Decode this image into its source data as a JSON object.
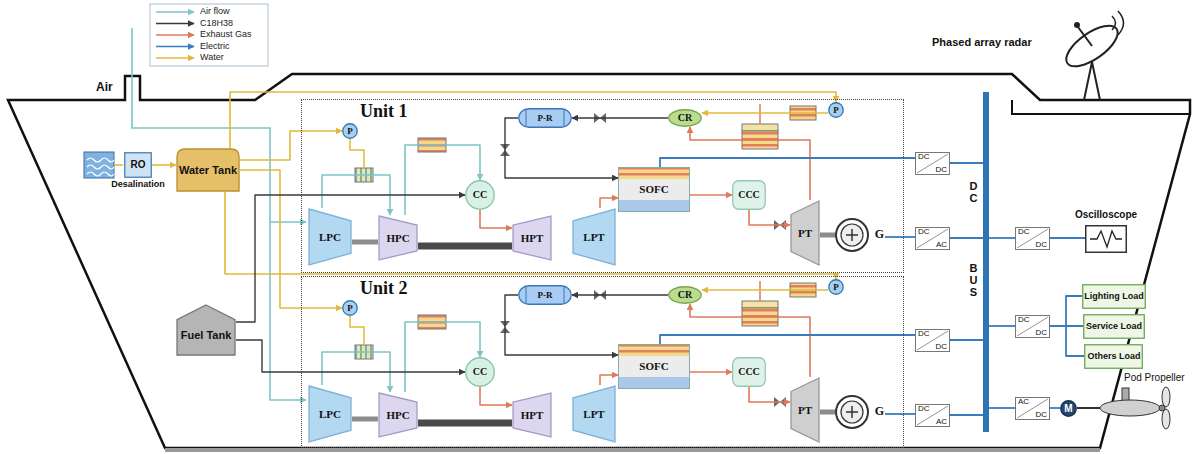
{
  "diagram": {
    "nodes": [
      {
        "text": [
          "Unit 1"
        ]
      },
      {
        "text": [
          "P"
        ],
        "in": 0
      },
      {
        "text": [
          "P-R"
        ],
        "in": 0
      },
      {
        "text": [
          "CR"
        ],
        "in": 0
      },
      {
        "text": [
          "P"
        ],
        "in": 0
      },
      {
        "text": [
          "CC"
        ],
        "in": 0
      },
      {
        "text": [
          "SOFC"
        ],
        "in": 0
      },
      {
        "text": [
          "CCC"
        ],
        "in": 0
      },
      {
        "text": [
          "LPC"
        ],
        "in": 0
      },
      {
        "text": [
          "HPC"
        ],
        "in": 0
      },
      {
        "text": [
          "HPT"
        ],
        "in": 0
      },
      {
        "text": [
          "LPT"
        ],
        "in": 0
      },
      {
        "text": [
          "PT"
        ],
        "in": 0
      },
      {
        "text": [
          "G"
        ],
        "in": 0
      },
      {
        "text": [
          "Unit 2"
        ]
      },
      {
        "text": [
          "P"
        ],
        "in": 14
      },
      {
        "text": [
          "P-R"
        ],
        "in": 14
      },
      {
        "text": [
          "CR"
        ],
        "in": 14
      },
      {
        "text": [
          "P"
        ],
        "in": 14
      },
      {
        "text": [
          "CC"
        ],
        "in": 14
      },
      {
        "text": [
          "SOFC"
        ],
        "in": 14
      },
      {
        "text": [
          "CCC"
        ],
        "in": 14
      },
      {
        "text": [
          "LPC"
        ],
        "in": 14
      },
      {
        "text": [
          "HPC"
        ],
        "in": 14
      },
      {
        "text": [
          "HPT"
        ],
        "in": 14
      },
      {
        "text": [
          "LPT"
        ],
        "in": 14
      },
      {
        "text": [
          "PT"
        ],
        "in": 14
      },
      {
        "text": [
          "G"
        ],
        "in": 14
      },
      {
        "text": [
          "RO",
          "Desalination"
        ]
      },
      {
        "text": [
          "Water Tank"
        ]
      },
      {
        "text": [
          "Fuel Tank"
        ]
      },
      {
        "text": [
          "DC",
          "DC"
        ]
      },
      {
        "text": [
          "DC",
          "AC"
        ]
      },
      {
        "text": [
          "DC",
          "DC"
        ]
      },
      {
        "text": [
          "DC",
          "AC"
        ]
      },
      {
        "text": [
          "DC",
          "BUS"
        ]
      },
      {
        "text": [
          "DC",
          "DC"
        ]
      },
      {
        "text": [
          "Oscilloscope"
        ]
      },
      {
        "text": [
          "DC",
          "DC"
        ]
      },
      {
        "text": [
          "Lighting Load"
        ]
      },
      {
        "text": [
          "Service Load"
        ]
      },
      {
        "text": [
          "Others Load"
        ]
      },
      {
        "text": [
          "AC",
          "DC"
        ]
      },
      {
        "text": [
          "M"
        ]
      }
    ],
    "edges": [
      {
        "from": 8,
        "to": 9,
        "arrow": "to"
      },
      {
        "from": 8,
        "to": 9,
        "arrow": "none"
      },
      {
        "from": 9,
        "to": 5,
        "arrow": "to"
      },
      {
        "from": 5,
        "to": 10,
        "arrow": "to"
      },
      {
        "from": 9,
        "to": 10,
        "arrow": "none"
      },
      {
        "from": 11,
        "to": 6,
        "arrow": "to"
      },
      {
        "from": 6,
        "to": 7,
        "arrow": "to"
      },
      {
        "from": 7,
        "to": 12,
        "arrow": "to"
      },
      {
        "from": 12,
        "to": 13,
        "arrow": "none"
      },
      {
        "from": 12,
        "to": 3,
        "arrow": "to"
      },
      {
        "from": 3,
        "to": 2,
        "arrow": "to"
      },
      {
        "from": 2,
        "to": 6,
        "arrow": "to"
      },
      {
        "from": 4,
        "to": 3,
        "arrow": "to"
      },
      {
        "from": 6,
        "to": 31,
        "arrow": "none"
      },
      {
        "from": 13,
        "to": 32,
        "arrow": "none"
      },
      {
        "from": 22,
        "to": 23,
        "arrow": "to"
      },
      {
        "from": 22,
        "to": 23,
        "arrow": "none"
      },
      {
        "from": 23,
        "to": 19,
        "arrow": "to"
      },
      {
        "from": 19,
        "to": 24,
        "arrow": "to"
      },
      {
        "from": 23,
        "to": 24,
        "arrow": "none"
      },
      {
        "from": 25,
        "to": 20,
        "arrow": "to"
      },
      {
        "from": 20,
        "to": 21,
        "arrow": "to"
      },
      {
        "from": 21,
        "to": 26,
        "arrow": "to"
      },
      {
        "from": 26,
        "to": 27,
        "arrow": "none"
      },
      {
        "from": 26,
        "to": 17,
        "arrow": "to"
      },
      {
        "from": 17,
        "to": 16,
        "arrow": "to"
      },
      {
        "from": 16,
        "to": 20,
        "arrow": "to"
      },
      {
        "from": 18,
        "to": 17,
        "arrow": "to"
      },
      {
        "from": 20,
        "to": 33,
        "arrow": "none"
      },
      {
        "from": 27,
        "to": 34,
        "arrow": "none"
      },
      {
        "from": 28,
        "to": 29,
        "arrow": "to"
      },
      {
        "from": 29,
        "to": 1,
        "arrow": "to"
      },
      {
        "from": 29,
        "to": 15,
        "arrow": "to"
      },
      {
        "from": 29,
        "to": 4,
        "arrow": "to"
      },
      {
        "from": 29,
        "to": 18,
        "arrow": "to"
      },
      {
        "from": 30,
        "to": 5,
        "arrow": "to"
      },
      {
        "from": 30,
        "to": 19,
        "arrow": "to"
      },
      {
        "from": 31,
        "to": 35,
        "arrow": "none"
      },
      {
        "from": 32,
        "to": 35,
        "arrow": "none"
      },
      {
        "from": 33,
        "to": 35,
        "arrow": "none"
      },
      {
        "from": 34,
        "to": 35,
        "arrow": "none"
      },
      {
        "from": 35,
        "to": 36,
        "arrow": "none"
      },
      {
        "from": 36,
        "to": 37,
        "arrow": "none"
      },
      {
        "from": 35,
        "to": 38,
        "arrow": "none"
      },
      {
        "from": 38,
        "to": 39,
        "arrow": "none"
      },
      {
        "from": 38,
        "to": 40,
        "arrow": "none"
      },
      {
        "from": 38,
        "to": 41,
        "arrow": "none"
      },
      {
        "from": 35,
        "to": 42,
        "arrow": "none"
      },
      {
        "from": 42,
        "to": 43,
        "arrow": "none"
      }
    ],
    "labels": [
      "Air",
      "Phased array radar",
      "Pod Propeller"
    ],
    "legend": [
      {
        "text": "Air flow"
      },
      {
        "text": "C18H38"
      },
      {
        "text": "Exhaust Gas"
      },
      {
        "text": "Electric"
      },
      {
        "text": "Water"
      }
    ]
  }
}
